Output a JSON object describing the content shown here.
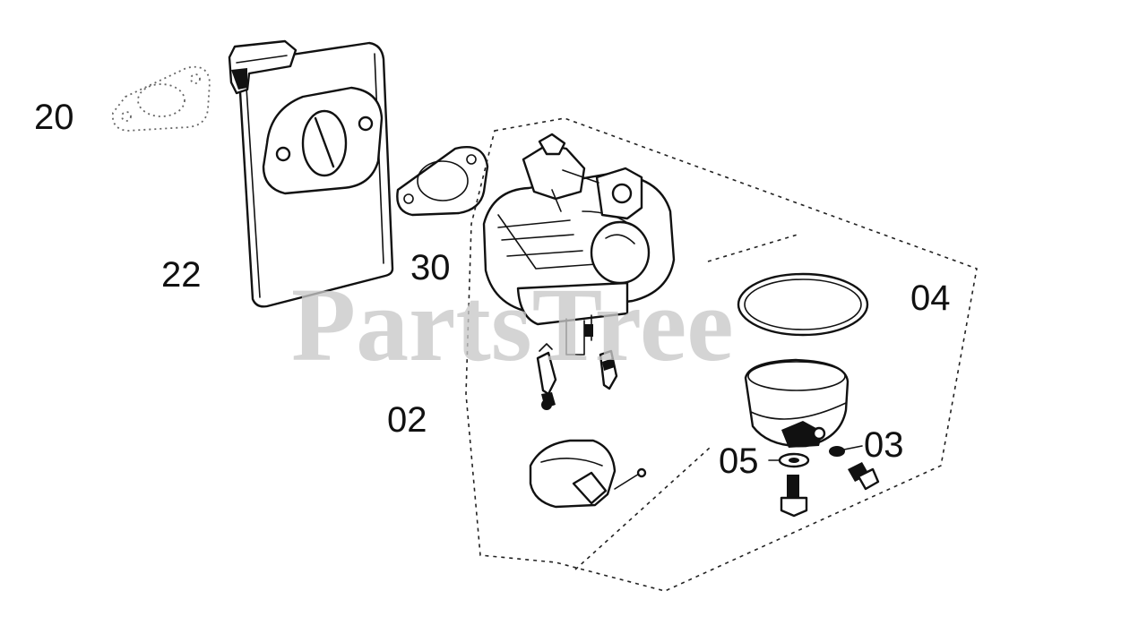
{
  "diagram": {
    "watermark": "PartsTree",
    "part_labels": {
      "p20": "20",
      "p22": "22",
      "p30": "30",
      "p04": "04",
      "p02": "02",
      "p05": "05",
      "p03": "03"
    }
  }
}
